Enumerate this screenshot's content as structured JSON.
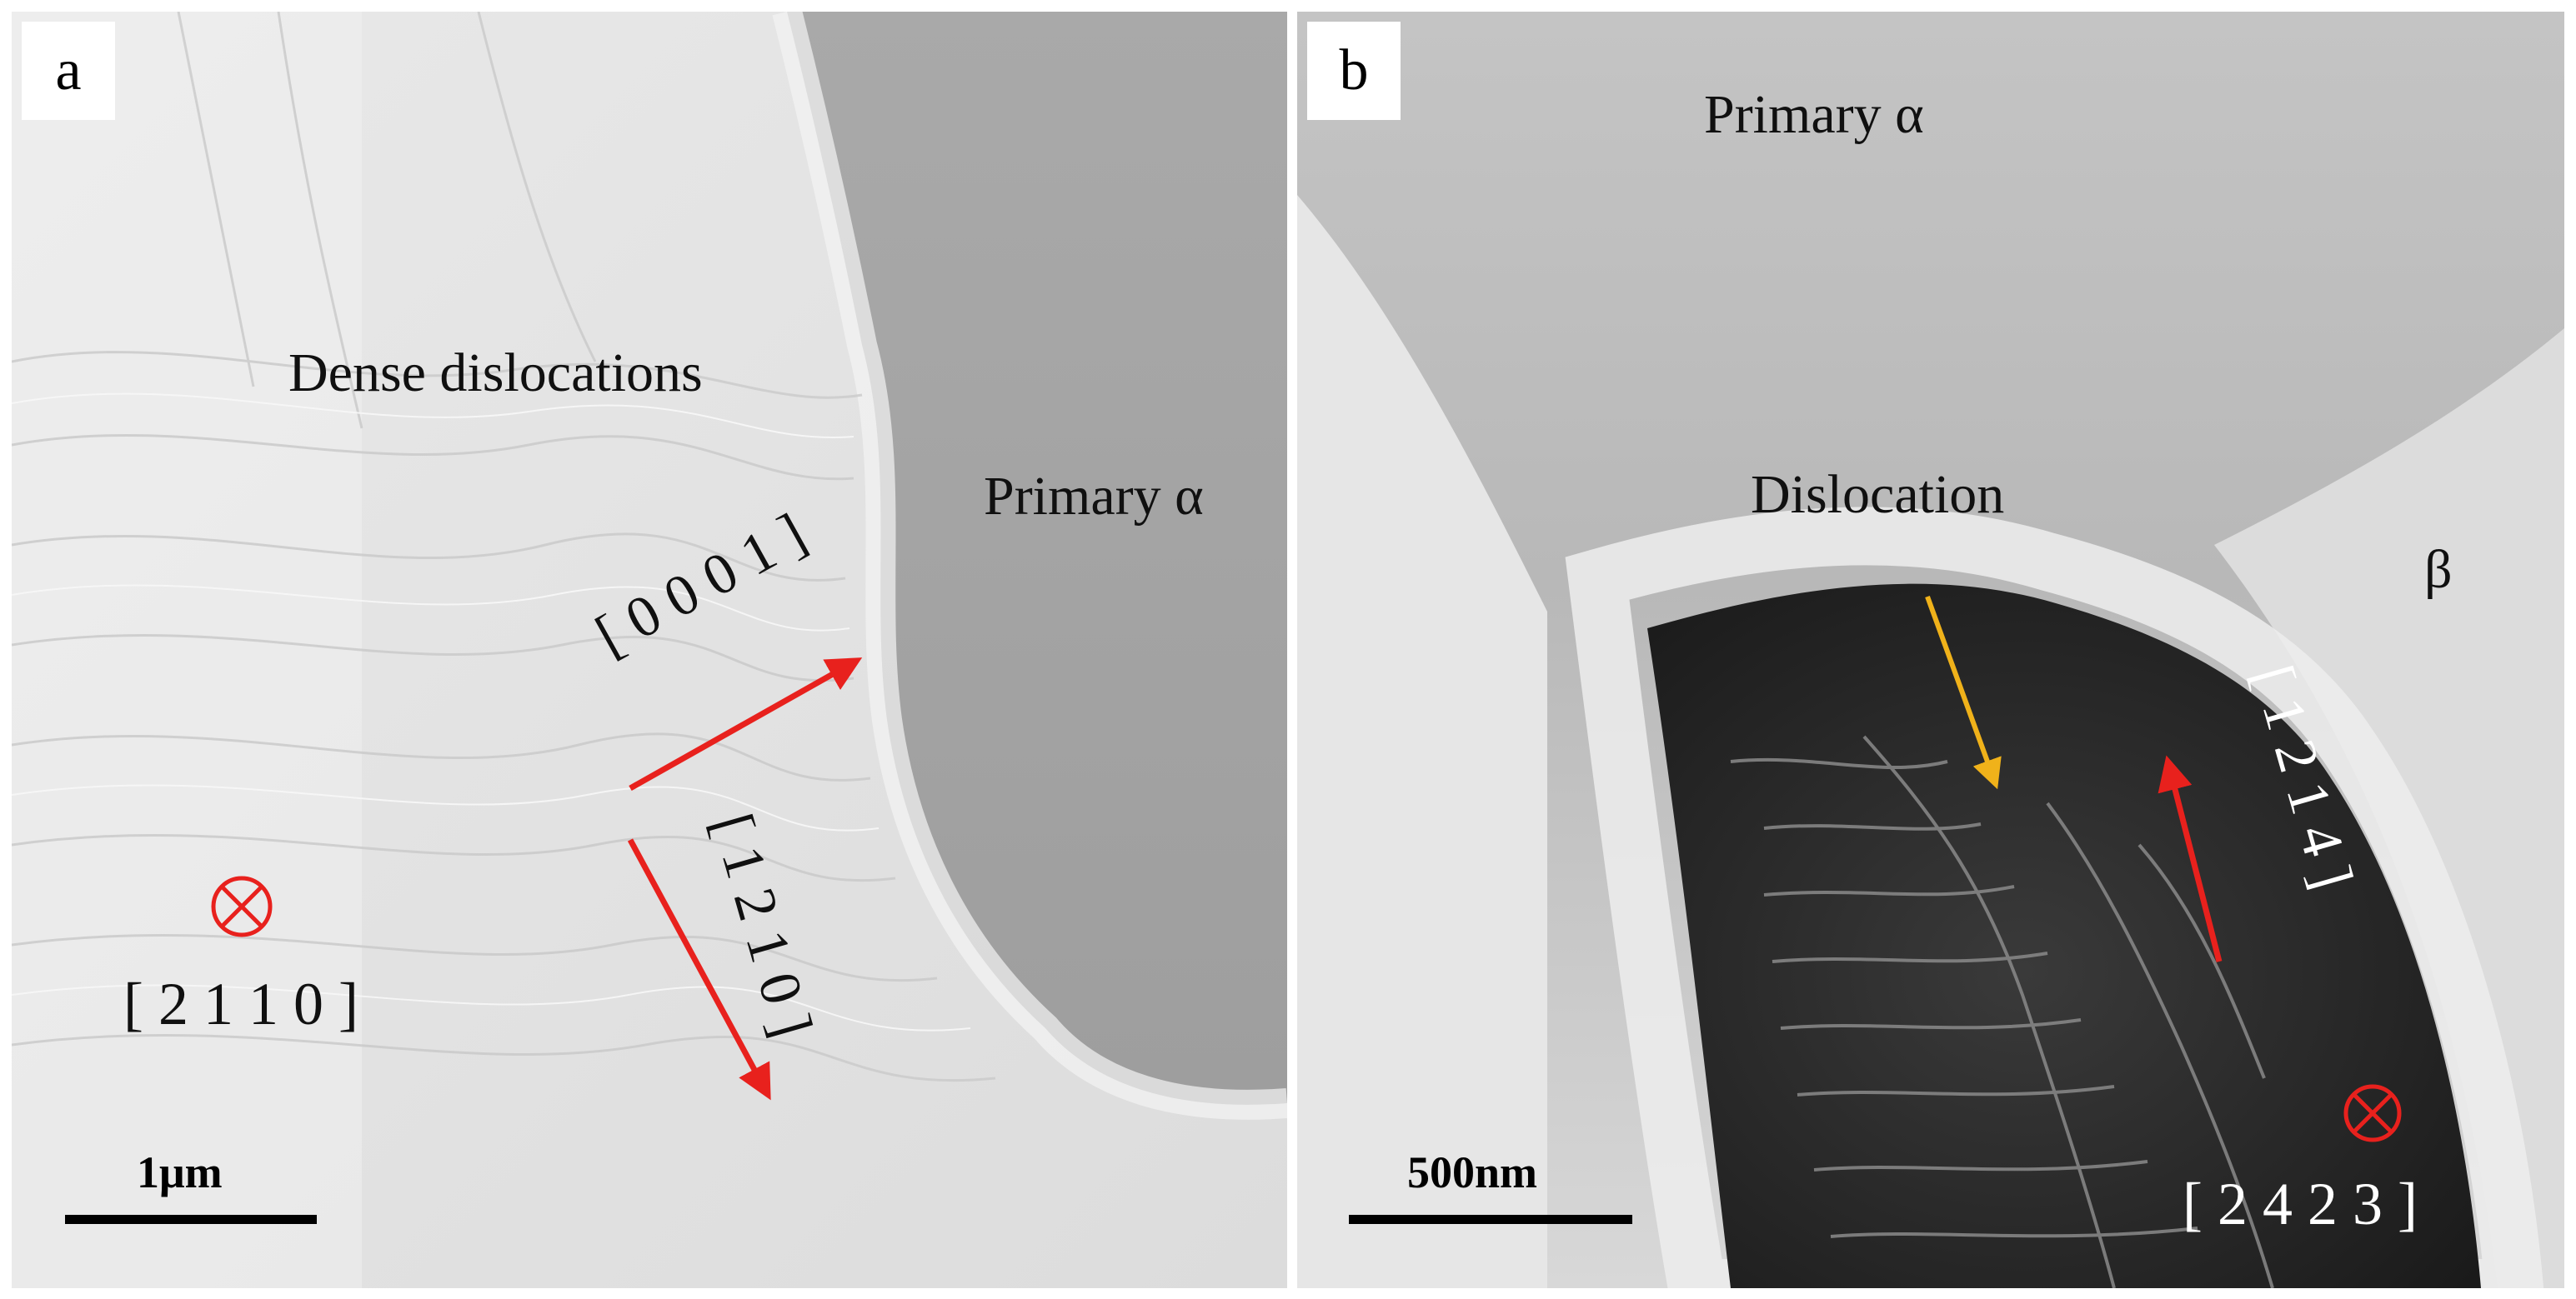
{
  "panels": [
    {
      "label": "a",
      "labels": {
        "dense": "Dense dislocations",
        "primary": "Primary α",
        "axis1": "[ 0 0 0 1 ]",
        "axis2": "[ 1 2 1 0 ]",
        "zone": "[ 2 1 1 0 ]"
      },
      "scalebar": "1μm"
    },
    {
      "label": "b",
      "labels": {
        "primary": "Primary α",
        "dislocation": "Dislocation",
        "beta": "β",
        "axis": "[ 1 2 1 4 ]",
        "zone": "[ 2 4 2 3 ]"
      },
      "scalebar": "500nm"
    }
  ],
  "colors": {
    "arrow_red": "#e8211d",
    "arrow_yellow": "#f0b21a",
    "zone_red": "#e8211d"
  }
}
